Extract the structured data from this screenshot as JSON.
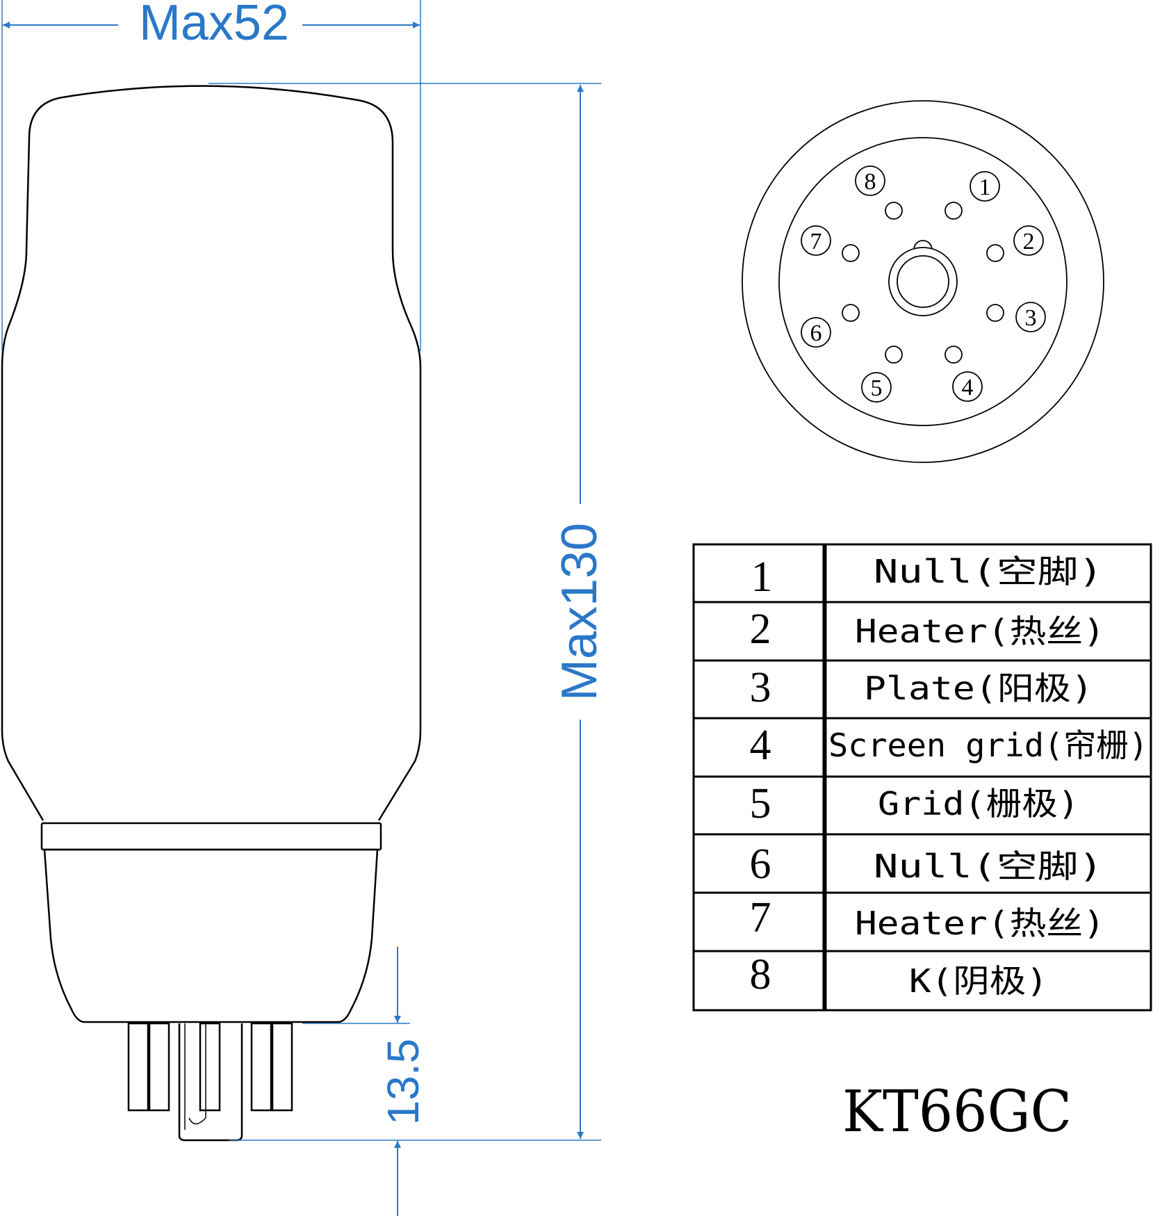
{
  "dimensions": {
    "width_label": "Max52",
    "height_label": "Max130",
    "pin_length_label": "13.5"
  },
  "base_pins": [
    "1",
    "2",
    "3",
    "4",
    "5",
    "6",
    "7",
    "8"
  ],
  "pin_table": [
    {
      "number": "1",
      "name": "Null(空脚)"
    },
    {
      "number": "2",
      "name": "Heater(热丝)"
    },
    {
      "number": "3",
      "name": "Plate(阳极)"
    },
    {
      "number": "4",
      "name": "Screen grid(帘栅)"
    },
    {
      "number": "5",
      "name": "Grid(栅极)"
    },
    {
      "number": "6",
      "name": "Null(空脚)"
    },
    {
      "number": "7",
      "name": "Heater(热丝)"
    },
    {
      "number": "8",
      "name": "K(阴极)"
    }
  ],
  "model": "KT66GC",
  "colors": {
    "dimension_blue": "#2a78c8",
    "outline": "#000000"
  }
}
